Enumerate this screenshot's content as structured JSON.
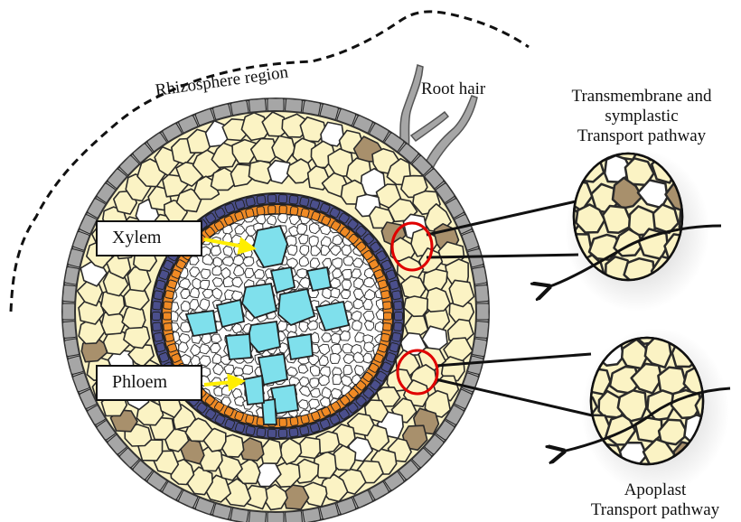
{
  "labels": {
    "rhizosphere": "Rhizosphere region",
    "root_hair": "Root hair",
    "symplastic_line1": "Transmembrane and",
    "symplastic_line2": "symplastic",
    "symplastic_line3": "Transport pathway",
    "apoplast_line1": "Apoplast",
    "apoplast_line2": "Transport pathway",
    "xylem": "Xylem",
    "phloem": "Phloem"
  },
  "colors": {
    "cortex_cell": "#fbf3c4",
    "cell_border": "#2a2a2a",
    "epidermis": "#a6a6a6",
    "endodermis": "#4b4f8c",
    "pericycle": "#f08a24",
    "xylem": "#7fe0ec",
    "stele_cell": "#ffffff",
    "highlight_circle": "#e00000",
    "pointer_arrow": "#ffee00",
    "brown_cell": "#a8906c"
  }
}
